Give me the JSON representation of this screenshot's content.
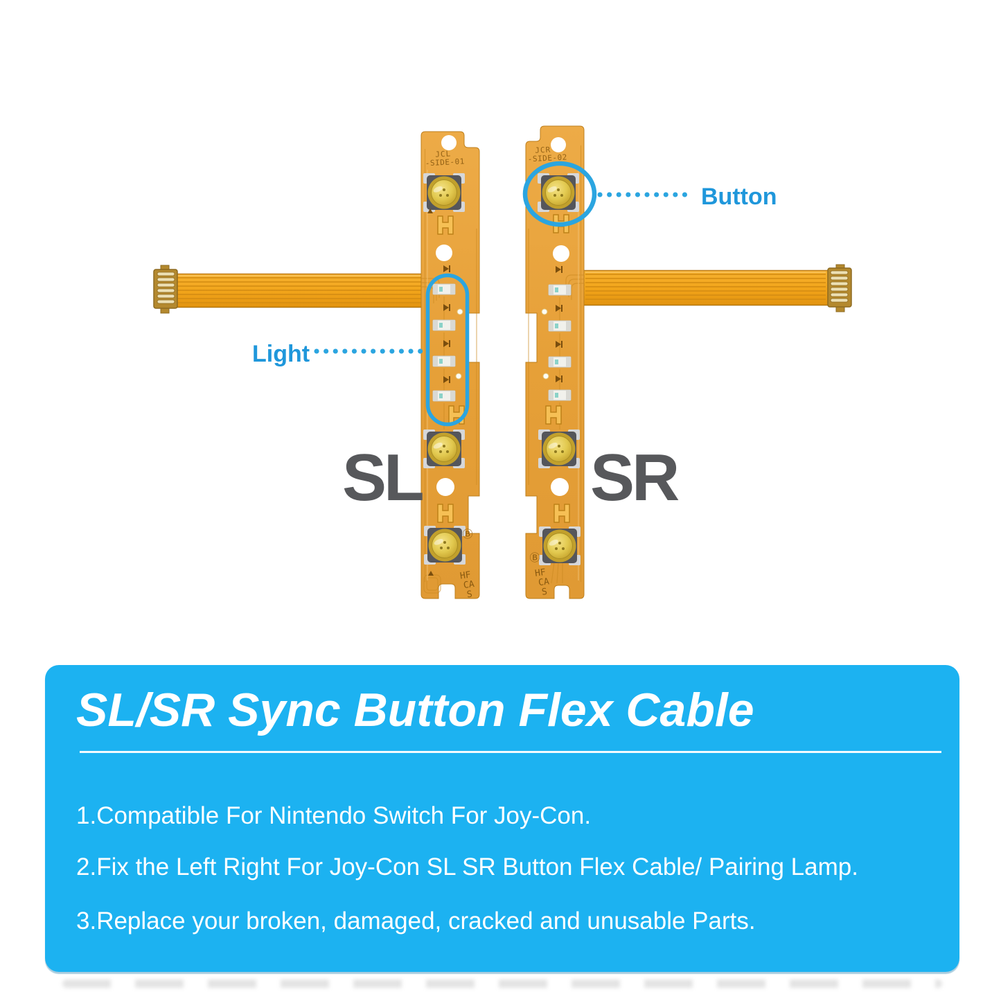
{
  "product_photo": {
    "left_cable": {
      "board_id_line1": "JCL",
      "board_id_line2": "-SIDE-01",
      "side_label": "SL",
      "marking_lines": [
        "HF",
        "CA",
        "S"
      ],
      "circled_b": "Ⓑ"
    },
    "right_cable": {
      "board_id_line1": "JCR",
      "board_id_line2": "-SIDE-02",
      "side_label": "SR",
      "marking_lines": [
        "HF",
        "CA",
        "S"
      ],
      "circled_b": "Ⓑ"
    },
    "callouts": {
      "button_label": "Button",
      "light_label": "Light"
    },
    "colors": {
      "annotation_blue": "#2BA5E0",
      "label_blue": "#1F97DB",
      "pcb_orange": "#E8A23C",
      "ribbon_orange": "#F3A81E",
      "side_label_gray": "#57585B"
    }
  },
  "info_box": {
    "title": "SL/SR Sync Button Flex Cable",
    "bullets": [
      "1.Compatible For Nintendo Switch For Joy-Con.",
      "2.Fix the Left Right For Joy-Con SL SR Button Flex Cable/ Pairing Lamp.",
      "3.Replace your broken, damaged, cracked and unusable Parts."
    ],
    "background_color": "#1CB2F1",
    "text_color": "#FFFFFF"
  }
}
